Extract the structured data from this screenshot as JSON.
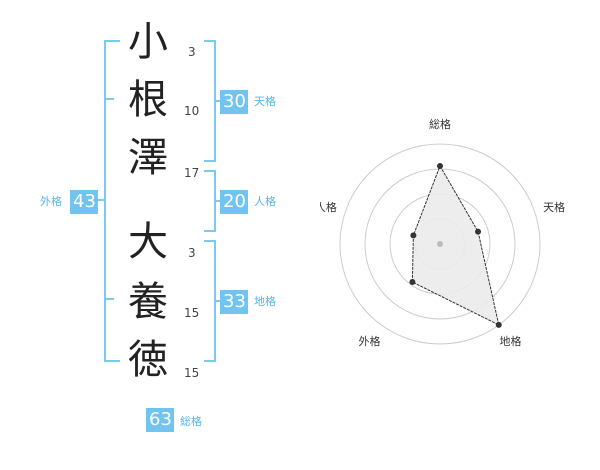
{
  "name": {
    "characters": [
      {
        "char": "小",
        "strokes": "3"
      },
      {
        "char": "根",
        "strokes": "10"
      },
      {
        "char": "澤",
        "strokes": "17"
      },
      {
        "char": "大",
        "strokes": "3"
      },
      {
        "char": "養",
        "strokes": "15"
      },
      {
        "char": "徳",
        "strokes": "15"
      }
    ]
  },
  "kakusu": {
    "tenkaku": {
      "value": "30",
      "label": "天格"
    },
    "jinkaku": {
      "value": "20",
      "label": "人格"
    },
    "chikaku": {
      "value": "33",
      "label": "地格"
    },
    "gaikaku": {
      "value": "43",
      "label": "外格"
    },
    "soukaku": {
      "value": "63",
      "label": "総格"
    }
  },
  "chart_data": {
    "type": "radar",
    "axes": [
      "総格",
      "天格",
      "地格",
      "外格",
      "人格"
    ],
    "values": [
      0.78,
      0.4,
      1.0,
      0.47,
      0.28
    ],
    "rmax": 1.0,
    "grid_rings": 4,
    "colors": {
      "accent": "#72c4f0",
      "fill": "#ebebeb",
      "line": "#333333",
      "grid": "#cccccc",
      "center": "#bbbbbb"
    }
  }
}
